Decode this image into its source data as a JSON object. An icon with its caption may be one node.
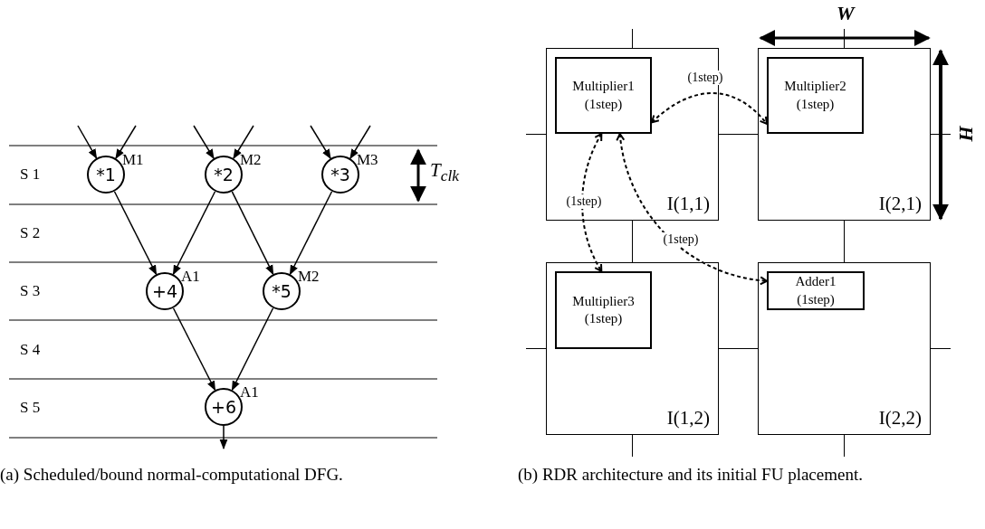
{
  "diagram": {
    "nodes": [
      {
        "text": [
          "*1"
        ],
        "beside": [
          "M1"
        ]
      },
      {
        "text": [
          "*2"
        ],
        "beside": [
          "M2"
        ]
      },
      {
        "text": [
          "*3"
        ],
        "beside": [
          "M3"
        ]
      },
      {
        "text": [
          "+4"
        ],
        "beside": [
          "A1"
        ]
      },
      {
        "text": [
          "*5"
        ],
        "beside": [
          "M2"
        ]
      },
      {
        "text": [
          "+6"
        ],
        "beside": [
          "A1"
        ]
      },
      {
        "text": [
          "I(1,1)"
        ]
      },
      {
        "text": [
          "Multiplier1 (1step)"
        ],
        "in": 6
      },
      {
        "text": [
          "I(2,1)"
        ]
      },
      {
        "text": [
          "Multiplier2 (1step)"
        ],
        "in": 8
      },
      {
        "text": [
          "I(1,2)"
        ]
      },
      {
        "text": [
          "Multiplier3 (1step)"
        ],
        "in": 10
      },
      {
        "text": [
          "I(2,2)"
        ]
      },
      {
        "text": [
          "Adder1 (1step)"
        ],
        "in": 12
      }
    ],
    "edges": [
      {
        "from": null,
        "to": 0,
        "arrow": "to"
      },
      {
        "from": null,
        "to": 0,
        "arrow": "to"
      },
      {
        "from": null,
        "to": 1,
        "arrow": "to"
      },
      {
        "from": null,
        "to": 1,
        "arrow": "to"
      },
      {
        "from": null,
        "to": 2,
        "arrow": "to"
      },
      {
        "from": null,
        "to": 2,
        "arrow": "to"
      },
      {
        "from": 0,
        "to": 3,
        "arrow": "to"
      },
      {
        "from": 1,
        "to": 3,
        "arrow": "to"
      },
      {
        "from": 1,
        "to": 4,
        "arrow": "to"
      },
      {
        "from": 2,
        "to": 4,
        "arrow": "to"
      },
      {
        "from": 3,
        "to": 5,
        "arrow": "to"
      },
      {
        "from": 4,
        "to": 5,
        "arrow": "to"
      },
      {
        "from": 5,
        "to": null,
        "arrow": "to"
      },
      {
        "from": 7,
        "to": 9,
        "arrow": "both",
        "label": "(1step)",
        "style": "dashed"
      },
      {
        "from": 7,
        "to": 11,
        "arrow": "both",
        "label": "(1step)",
        "style": "dashed"
      },
      {
        "from": 7,
        "to": 13,
        "arrow": "both",
        "label": "(1step)",
        "style": "dashed"
      },
      {
        "from": 6,
        "to": 8,
        "arrow": "none"
      },
      {
        "from": 6,
        "to": 10,
        "arrow": "none"
      },
      {
        "from": 8,
        "to": 12,
        "arrow": "none"
      },
      {
        "from": 10,
        "to": 12,
        "arrow": "none"
      },
      {
        "from": 6,
        "to": null,
        "arrow": "none"
      },
      {
        "from": 6,
        "to": null,
        "arrow": "none"
      },
      {
        "from": 8,
        "to": null,
        "arrow": "none"
      },
      {
        "from": 8,
        "to": null,
        "arrow": "none"
      },
      {
        "from": 10,
        "to": null,
        "arrow": "none"
      },
      {
        "from": 10,
        "to": null,
        "arrow": "none"
      },
      {
        "from": 12,
        "to": null,
        "arrow": "none"
      },
      {
        "from": 12,
        "to": null,
        "arrow": "none"
      }
    ],
    "labels": [
      "S 1",
      "S 2",
      "S 3",
      "S 4",
      "S 5",
      "T$_{clk}$",
      "W",
      "H",
      "(a) Scheduled/bound normal-computational DFG.",
      "(b) RDR architecture and its initial FU placement."
    ]
  }
}
